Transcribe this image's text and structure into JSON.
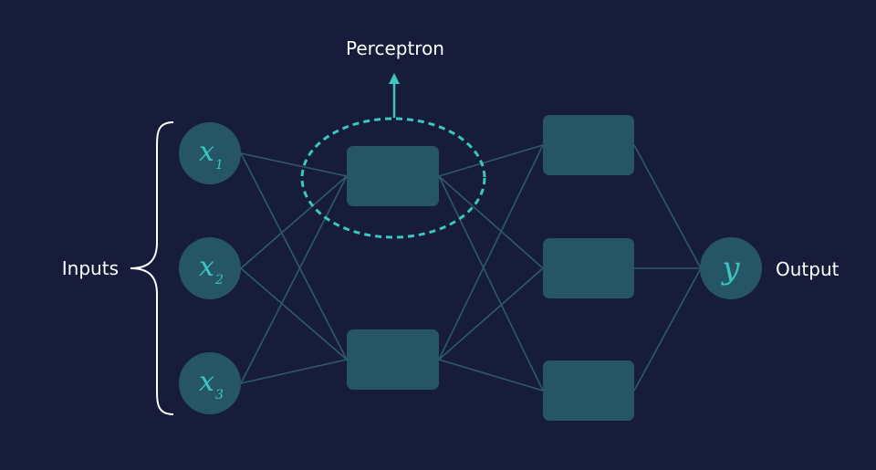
{
  "colors": {
    "background": "#161c39",
    "node_fill": "#265566",
    "accent": "#3cc5c1",
    "edge": "#2f5a6c",
    "text": "#ffffff"
  },
  "labels": {
    "perceptron": "Perceptron",
    "inputs": "Inputs",
    "output": "Output"
  },
  "inputs": [
    {
      "symbol": "x",
      "subscript": "1"
    },
    {
      "symbol": "x",
      "subscript": "2"
    },
    {
      "symbol": "x",
      "subscript": "3"
    }
  ],
  "output": {
    "symbol": "y"
  },
  "layers": {
    "input_nodes": 3,
    "hidden1_nodes": 2,
    "hidden2_nodes": 3,
    "output_nodes": 1
  },
  "highlight": {
    "target": "hidden1-node-1",
    "label_key": "perceptron"
  }
}
